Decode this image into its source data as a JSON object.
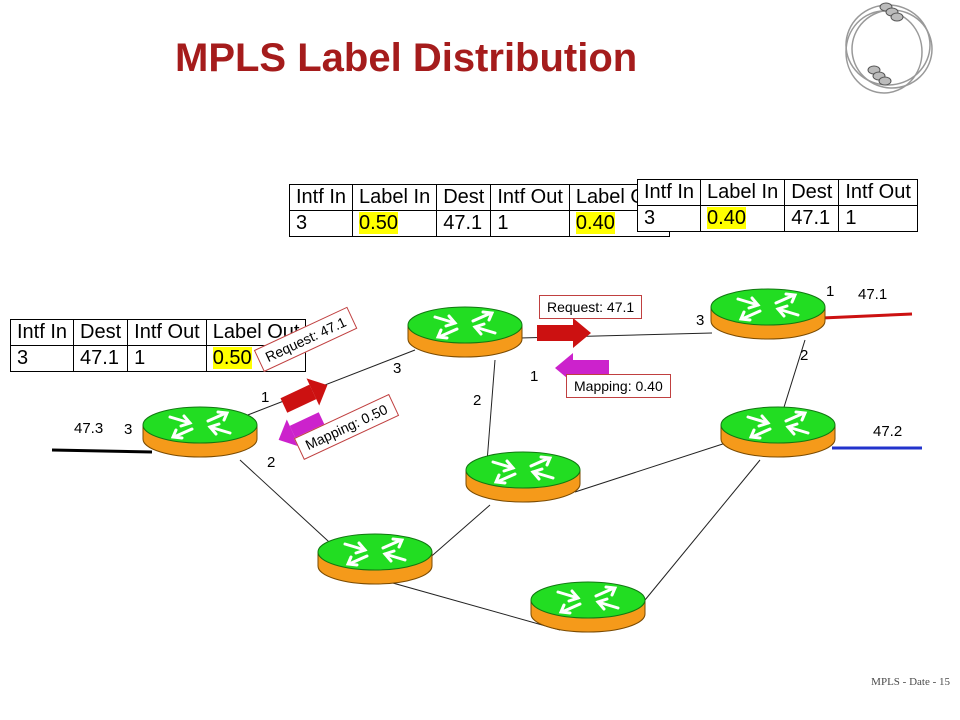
{
  "title": "MPLS Label Distribution",
  "footer": "MPLS - Date - 15",
  "tables": {
    "left": {
      "headers": [
        "Intf\nIn",
        "Dest",
        "Intf\nOut",
        "Label\nOut"
      ],
      "row": [
        "3",
        "47.1",
        "1",
        "0.50"
      ]
    },
    "middle": {
      "headers": [
        "Intf\nIn",
        "Label\nIn",
        "Dest",
        "Intf\nOut",
        "Label\nOut"
      ],
      "row": [
        "3",
        "0.50",
        "47.1",
        "1",
        "0.40"
      ]
    },
    "right": {
      "headers": [
        "Intf\nIn",
        "Label\nIn",
        "Dest",
        "Intf\nOut"
      ],
      "row": [
        "3",
        "0.40",
        "47.1",
        "1"
      ]
    }
  },
  "messages": {
    "request_left": "Request: 47.1",
    "mapping_left": "Mapping: 0.50",
    "request_right": "Request: 47.1",
    "mapping_right": "Mapping: 0.40"
  },
  "labels": {
    "net_47_3": "47.3",
    "net_47_1": "47.1",
    "net_47_2": "47.2",
    "r1_port_3": "3",
    "r1_port_1": "1",
    "r1_port_2": "2",
    "r2_port_3": "3",
    "r2_port_1": "1",
    "r2_port_2": "2",
    "r3_port_3": "3",
    "r3_port_1": "1",
    "r3_port_2": "2"
  },
  "colors": {
    "title": "#a51c1c",
    "router_top": "#22dd22",
    "router_side": "#f59a1a",
    "request_arrow": "#cc1111",
    "mapping_arrow": "#cc22cc",
    "net_47_1_line": "#cc1111",
    "net_47_2_line": "#2233cc",
    "highlight": "#ffff00"
  }
}
